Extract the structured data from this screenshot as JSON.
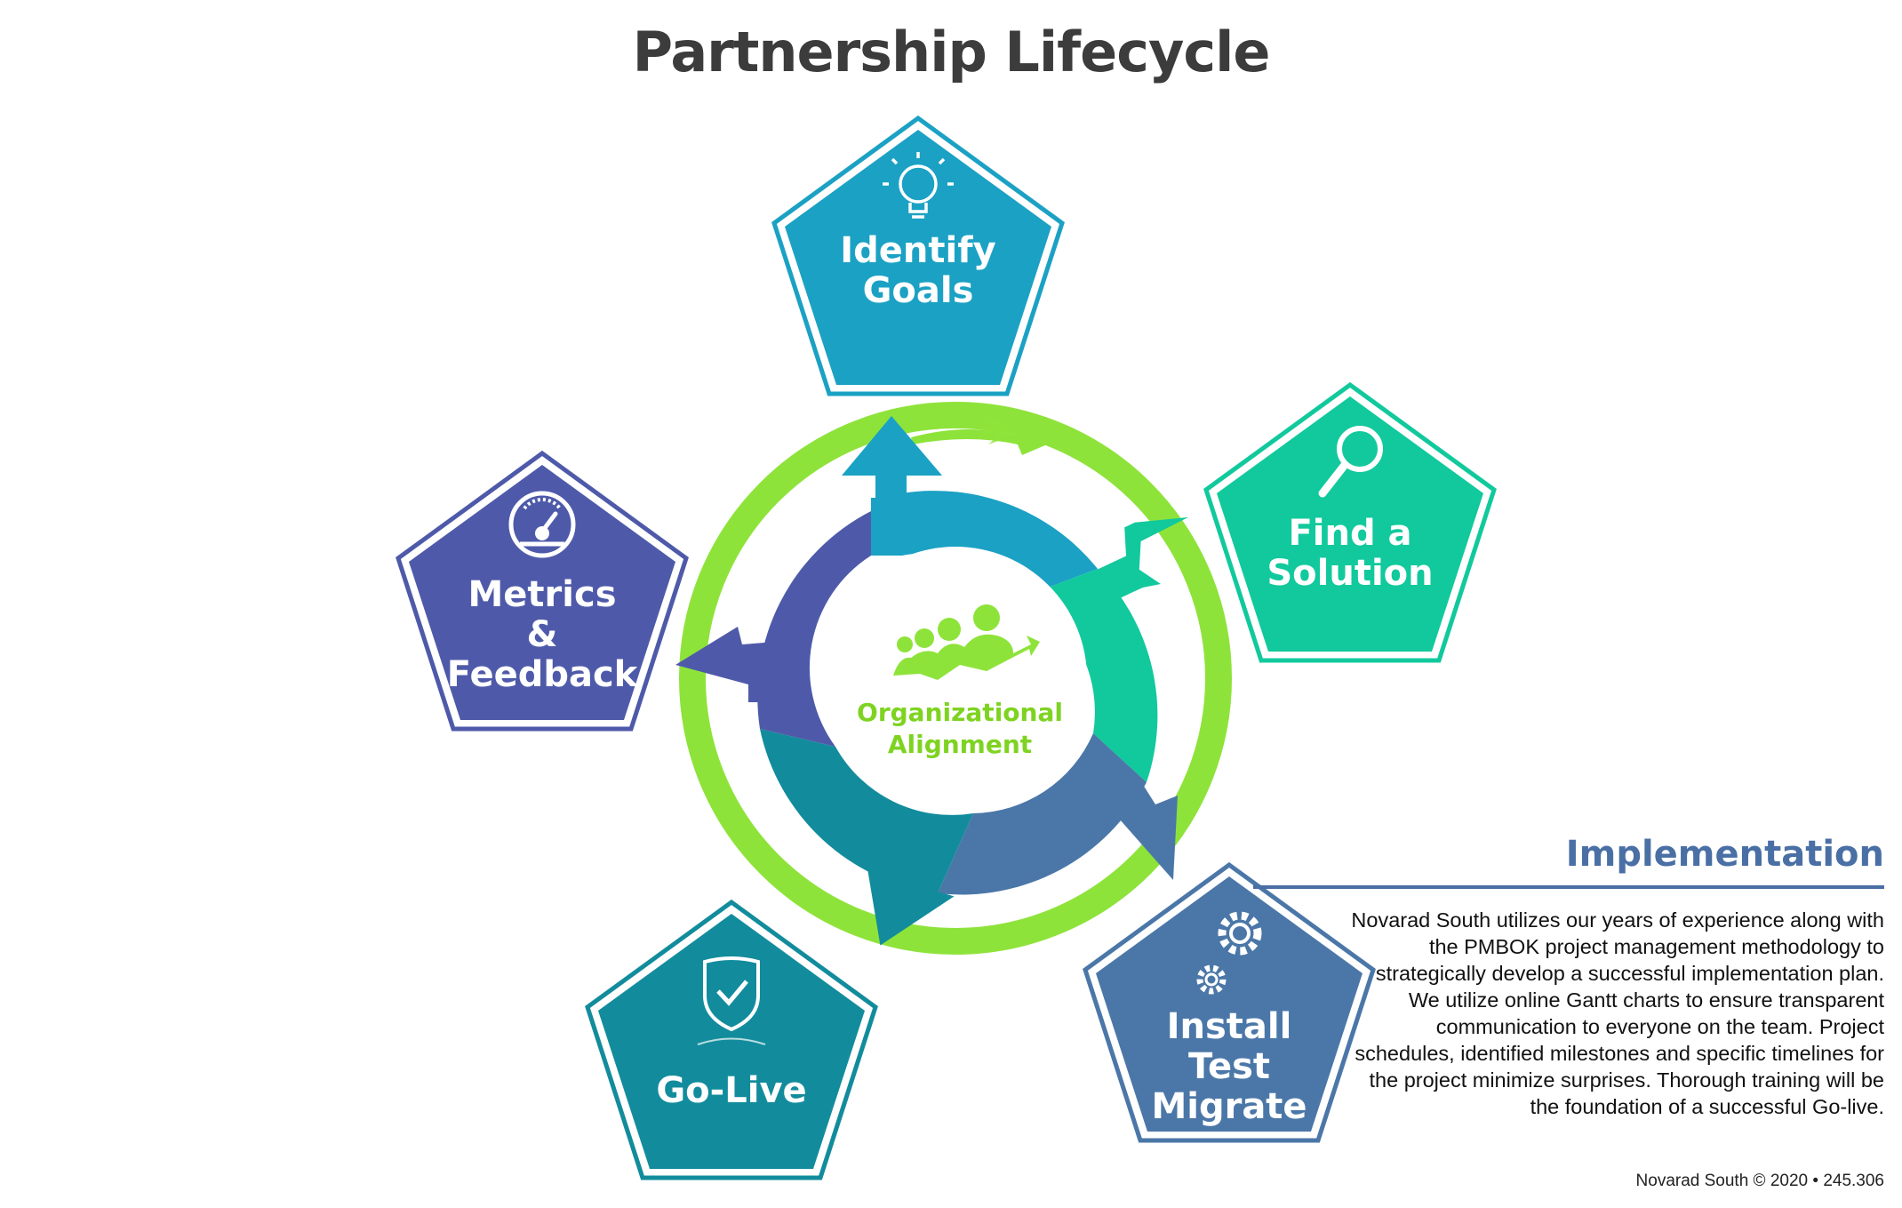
{
  "title": "Partnership Lifecycle",
  "center": {
    "line1": "Organizational",
    "line2": "Alignment",
    "icon": "team-growth-icon"
  },
  "stages": [
    {
      "id": "identify-goals",
      "line1": "Identify",
      "line2": "Goals",
      "icon": "lightbulb-icon",
      "color": "#1ba1c4"
    },
    {
      "id": "find-a-solution",
      "line1": "Find a",
      "line2": "Solution",
      "icon": "magnifier-icon",
      "color": "#11c99c"
    },
    {
      "id": "install-test-migrate",
      "line1": "Install",
      "line2": "Test",
      "line3": "Migrate",
      "icon": "gears-icon",
      "color": "#4b77a8"
    },
    {
      "id": "go-live",
      "line1": "Go-Live",
      "icon": "shield-check-icon",
      "color": "#128c9c"
    },
    {
      "id": "metrics-feedback",
      "line1": "Metrics",
      "line2": "&",
      "line3": "Feedback",
      "icon": "gauge-icon",
      "color": "#4e5aa9"
    }
  ],
  "implementation": {
    "title": "Implementation",
    "body": "Novarad South utilizes our years of experience along with the PMBOK project management methodology to strategically develop a successful implementation plan.  We utilize online Gantt charts to ensure transparent communication to everyone on the team.  Project schedules, identified milestones and specific timelines for the project minimize surprises.  Thorough training will be the foundation of a successful Go-live."
  },
  "footer": "Novarad South  © 2020  •  245.306",
  "colors": {
    "accent_green": "#7ed321",
    "heading_blue": "#4a6fa5"
  }
}
